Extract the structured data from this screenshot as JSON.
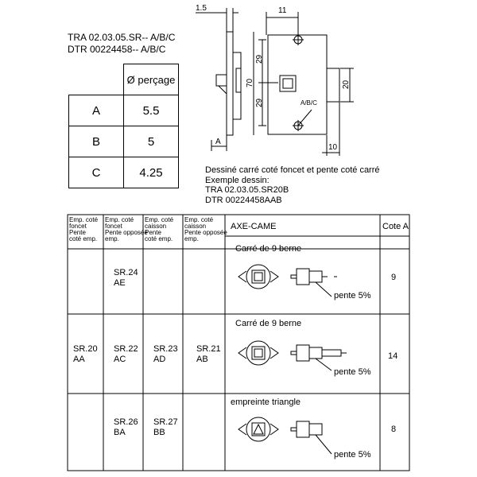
{
  "references": {
    "line1": "TRA 02.03.05.SR-- A/B/C",
    "line2": "DTR 00224458-- A/B/C"
  },
  "percage_table": {
    "header": "Ø perçage",
    "rows": [
      {
        "key": "A",
        "value": "5.5"
      },
      {
        "key": "B",
        "value": "5"
      },
      {
        "key": "C",
        "value": "4.25"
      }
    ]
  },
  "drawing_dims": {
    "d1_5": "1.5",
    "d11": "11",
    "d29_top": "29",
    "d70": "70",
    "d29_bottom": "29",
    "d20": "20",
    "d10": "10",
    "label_a": "A",
    "label_abc": "A/B/C"
  },
  "note": {
    "line1": "Dessiné carré coté foncet et pente coté carré",
    "line2": "Exemple dessin:",
    "line3": "TRA 02.03.05.SR20B",
    "line4": "DTR 00224458AAB"
  },
  "main_table": {
    "headers": {
      "col1": [
        "Emp. coté",
        "foncet",
        "Pente",
        "coté emp."
      ],
      "col2": [
        "Emp. coté",
        "foncet",
        "Pente opposée",
        "emp."
      ],
      "col3": [
        "Emp. coté",
        "caisson",
        "Pente",
        "coté emp."
      ],
      "col4": [
        "Emp. coté",
        "caisson",
        "Pente opposée",
        "emp."
      ],
      "col5": "AXE-CAME",
      "col6": "Cote A"
    },
    "rows": [
      {
        "c1": [
          "",
          ""
        ],
        "c2": [
          "SR.24",
          "AE"
        ],
        "c3": [
          "",
          ""
        ],
        "c4": [
          "",
          ""
        ],
        "axe_title": "Carré de 9 berne",
        "pente": "pente 5%",
        "cote": "9"
      },
      {
        "c1": [
          "SR.20",
          "AA"
        ],
        "c2": [
          "SR.22",
          "AC"
        ],
        "c3": [
          "SR.23",
          "AD"
        ],
        "c4": [
          "SR.21",
          "AB"
        ],
        "axe_title": "Carré de 9 berne",
        "pente": "pente 5%",
        "cote": "14"
      },
      {
        "c1": [
          "",
          ""
        ],
        "c2": [
          "SR.26",
          "BA"
        ],
        "c3": [
          "SR.27",
          "BB"
        ],
        "c4": [
          "",
          ""
        ],
        "axe_title": "empreinte triangle",
        "pente": "pente 5%",
        "cote": "8"
      }
    ]
  }
}
